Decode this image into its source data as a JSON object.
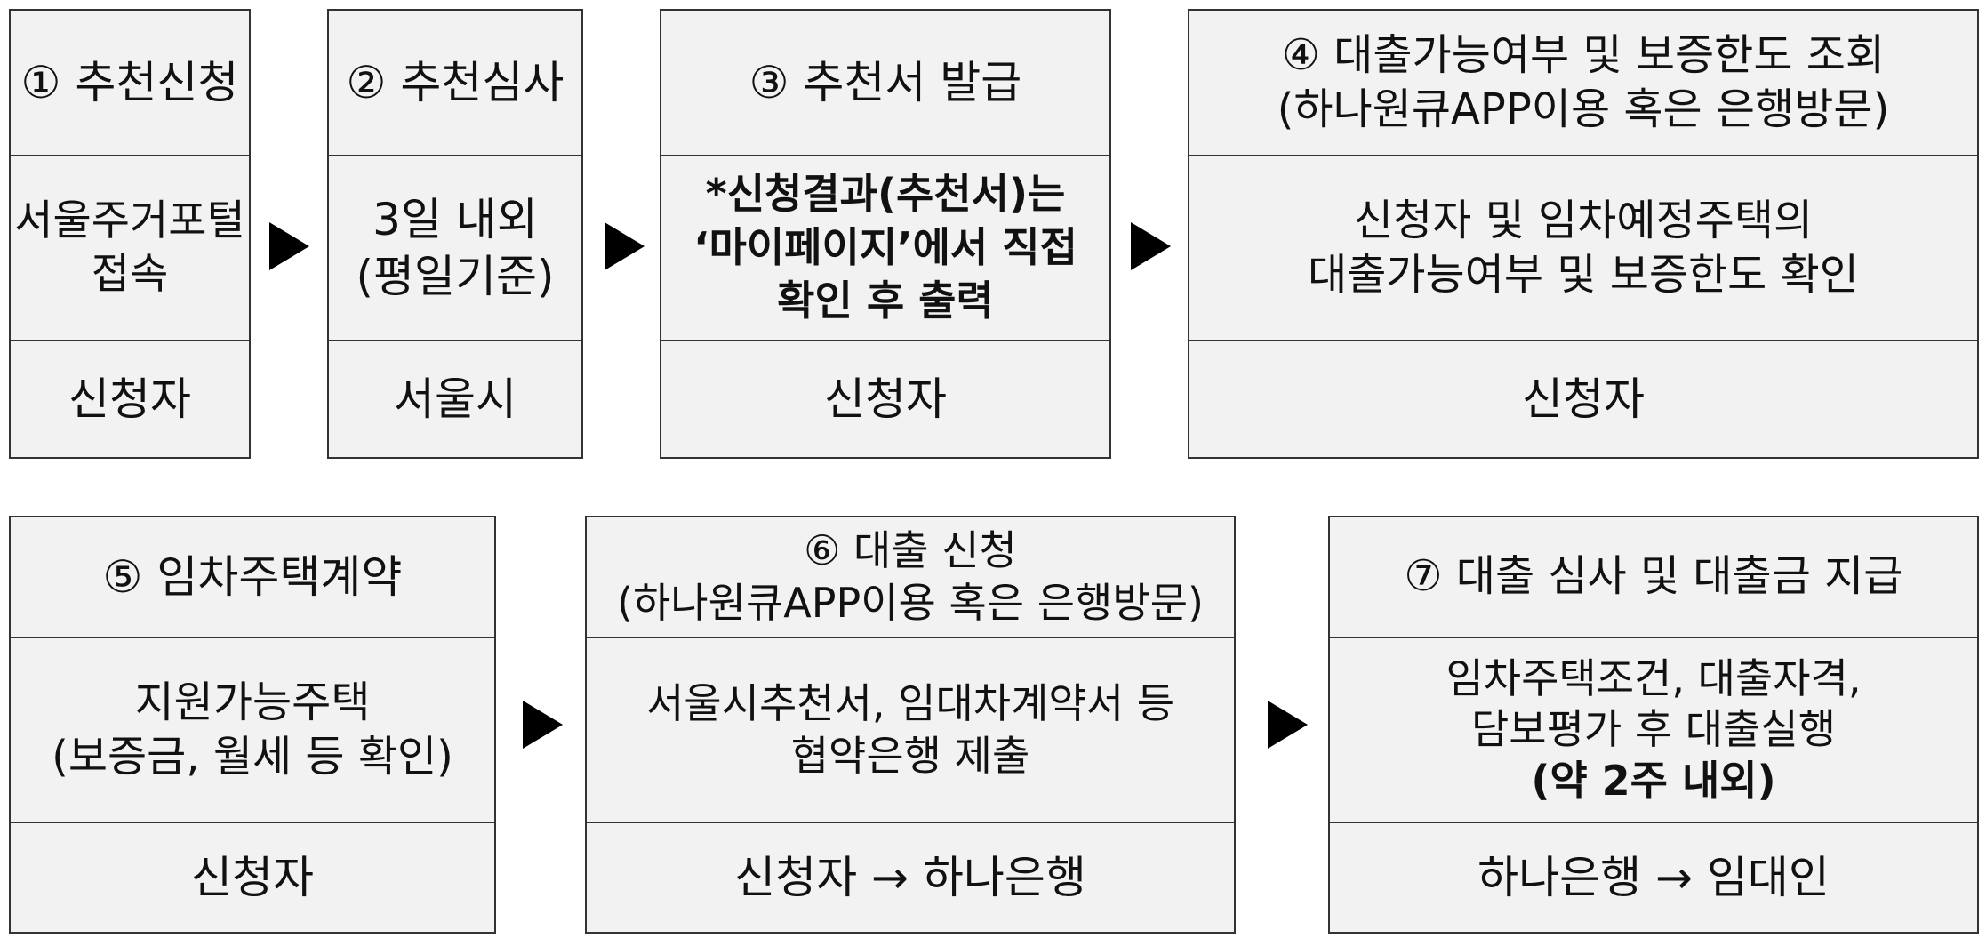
{
  "steps": [
    {
      "title": [
        "① 추천신청"
      ],
      "body": [
        "서울주거포털",
        "접속"
      ],
      "actor": "신청자"
    },
    {
      "title": [
        "② 추천심사"
      ],
      "body": [
        "3일 내외",
        "(평일기준)"
      ],
      "actor": "서울시"
    },
    {
      "title": [
        "③ 추천서 발급"
      ],
      "body": [
        "*신청결과(추천서)는",
        "‘마이페이지’에서 직접",
        "확인 후 출력"
      ],
      "actor": "신청자"
    },
    {
      "title": [
        "④ 대출가능여부 및 보증한도 조회",
        "(하나원큐APP이용 혹은 은행방문)"
      ],
      "body": [
        "신청자 및 임차예정주택의",
        "대출가능여부 및 보증한도 확인"
      ],
      "actor": "신청자"
    },
    {
      "title": [
        "⑤ 임차주택계약"
      ],
      "body": [
        "지원가능주택",
        "(보증금, 월세 등 확인)"
      ],
      "actor": "신청자"
    },
    {
      "title": [
        "⑥ 대출 신청",
        "(하나원큐APP이용 혹은 은행방문)"
      ],
      "body": [
        "서울시추천서, 임대차계약서 등",
        "협약은행 제출"
      ],
      "actor": "신청자 → 하나은행"
    },
    {
      "title": [
        "⑦ 대출 심사 및 대출금 지급"
      ],
      "body": [
        "임차주택조건, 대출자격,",
        "담보평가 후 대출실행",
        "(약 2주 내외)"
      ],
      "actor": "하나은행 → 임대인"
    }
  ]
}
